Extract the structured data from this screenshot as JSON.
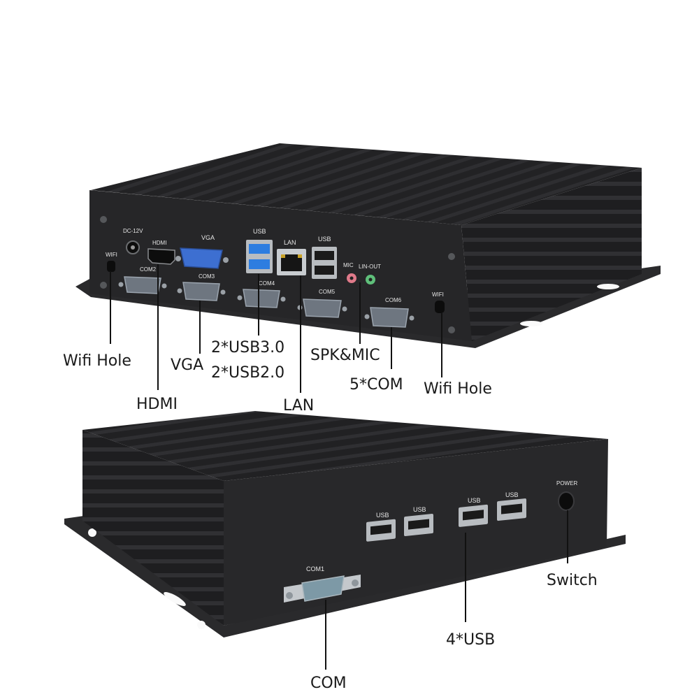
{
  "colors": {
    "chassis_dark": "#1c1c1e",
    "chassis_face": "#262628",
    "fin_light": "#3a3a3d",
    "vga_blue": "#3d6fd1",
    "com_metal": "#8c96a0",
    "usb3_blue": "#2d7de0",
    "lan_gold": "#c9a227",
    "mic_pink": "#e07a8a",
    "lineout_green": "#5fbf7a",
    "leader": "#111111"
  },
  "top_unit": {
    "port_labels": {
      "dc": "DC-12V",
      "hdmi": "HDMI",
      "vga": "VGA",
      "usb_left": "USB",
      "lan": "LAN",
      "usb_right": "USB",
      "mic": "MIC",
      "lineout": "LIN-OUT",
      "com2": "COM2",
      "com3": "COM3",
      "com4": "COM4",
      "com5": "COM5",
      "com6": "COM6",
      "wifi_left": "WIFI",
      "wifi_right": "WIFI"
    },
    "callouts": {
      "wifi_hole_left": "Wifi Hole",
      "vga": "VGA",
      "hdmi": "HDMI",
      "usb3": "2*USB3.0",
      "usb2": "2*USB2.0",
      "lan": "LAN",
      "spk_mic": "SPK&MIC",
      "com": "5*COM",
      "wifi_hole_right": "Wifi Hole"
    }
  },
  "bottom_unit": {
    "port_labels": {
      "usb1": "USB",
      "usb2": "USB",
      "usb3": "USB",
      "usb4": "USB",
      "com1": "COM1",
      "power": "POWER"
    },
    "callouts": {
      "switch": "Switch",
      "usb": "4*USB",
      "com": "COM"
    }
  }
}
